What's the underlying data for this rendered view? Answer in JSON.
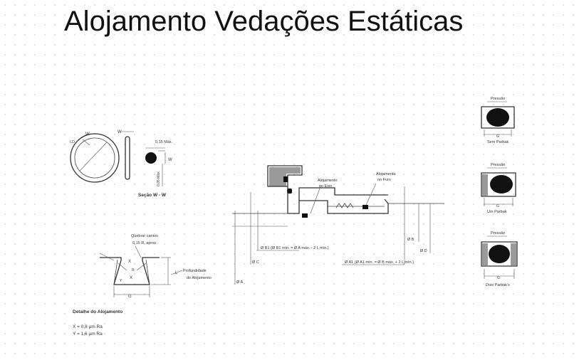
{
  "title": "Alojamento Vedações Estáticas",
  "oring": {
    "id_label": "I.D.",
    "w_label": "W",
    "max_label": "0,15 Máx.",
    "max_label_v": "0,05 Máx.",
    "section_label": "Seção W - W"
  },
  "detail": {
    "break_corners": "Quebrar cantos",
    "break_approx": "0,15 R. aprox.",
    "depth_label_1": "Profundidade",
    "depth_label_2": "do Alojamento",
    "g_label": "G",
    "l_label": "L",
    "x_label": "X",
    "y_label": "Y",
    "r_label": "R",
    "title": "Detalhe do Alojamento",
    "finish_x": "X = 0,8 μm Ra",
    "finish_y": "Y = 1,6 μm Ra"
  },
  "main": {
    "shaft_housing_1": "Alojamento",
    "shaft_housing_2": "no Eixo",
    "bore_housing_1": "Alojamento",
    "bore_housing_2": "no Furo",
    "b1_formula": "Ø B1 (Ø B1 mín. = Ø A máx. - 2 L mín.)",
    "a1_formula": "Ø A1 (Ø A1 mín. = Ø B máx. + 2 L mín.)",
    "dia_a": "Ø A",
    "dia_b": "Ø B",
    "dia_c": "Ø C",
    "dia_d": "Ø D"
  },
  "variants": {
    "pressure": "Pressão",
    "g": "G",
    "none": "Sem Parbak",
    "one": "Um Parbak",
    "two": "Dois Parbak's"
  }
}
